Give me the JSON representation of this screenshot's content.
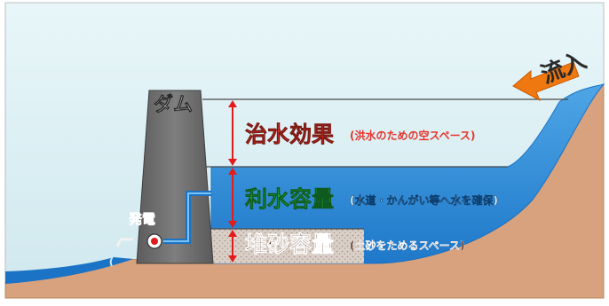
{
  "dam_label": "ダム",
  "inflow_label": "流入",
  "power_label": "発電",
  "zones": [
    {
      "title": "治水効果",
      "detail": "(洪水のための空スペース)",
      "color": "#e8322a"
    },
    {
      "title": "利水容量",
      "detail": "(水道・かんがい等へ水を確保)",
      "color": "#22c43c"
    },
    {
      "title": "堆砂容量",
      "detail": "(土砂をためるスペース)",
      "color": "#5a2f22"
    }
  ],
  "colors": {
    "sky": "#d9eef2",
    "hill": "#d7a27d",
    "hill_edge": "#b98660",
    "water": "#1b73c6",
    "water_light": "#6fb6ef",
    "dam": "#6f6f6f",
    "sediment": "#d8d0c8",
    "arrow": "#f07810",
    "marker": "#e31b1b"
  }
}
